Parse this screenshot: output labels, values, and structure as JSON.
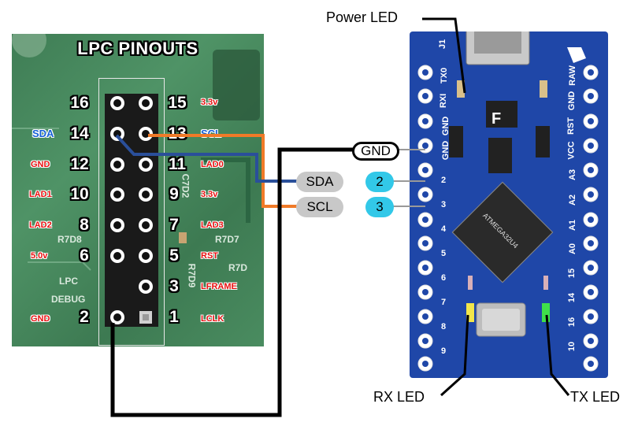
{
  "lpc": {
    "title": "LPC PINOUTS",
    "pins_left": [
      "16",
      "14",
      "12",
      "10",
      "8",
      "6",
      "2"
    ],
    "pins_right": [
      "15",
      "13",
      "11",
      "9",
      "7",
      "5",
      "3",
      "1"
    ],
    "labels": {
      "p15": "3.3v",
      "p13": "SCL",
      "p11": "LAD0",
      "p9": "3.3v",
      "p7": "LAD3",
      "p5": "RST",
      "p3": "LFRAME",
      "p1": "LCLK",
      "p14": "SDA",
      "p12": "GND",
      "p10": "LAD1",
      "p8": "LAD2",
      "p6": "5.0v",
      "p2": "GND"
    },
    "silk": {
      "lpc": "LPC",
      "debug": "DEBUG",
      "r7d8": "R7D8",
      "r7d7": "R7D7",
      "r7d9": "R7D9",
      "r7d": "R7D",
      "c7d2": "C7D2"
    }
  },
  "pro_micro": {
    "top_labels": [
      "J1",
      "TX0",
      "RXI",
      "GND",
      "GND",
      "2",
      "3",
      "4",
      "5",
      "6",
      "7",
      "8",
      "9"
    ],
    "bottom_labels": [
      "RAW",
      "GND",
      "RST",
      "VCC",
      "A3",
      "A2",
      "A1",
      "A0",
      "15",
      "14",
      "16",
      "10"
    ],
    "chip": "ATMEGA32U4",
    "fuse": "F"
  },
  "callouts": {
    "gnd": "GND",
    "sda": "SDA",
    "scl": "SCL",
    "sda_pin": "2",
    "scl_pin": "3",
    "power_led": "Power LED",
    "rx_led": "RX LED",
    "tx_led": "TX LED"
  },
  "colors": {
    "board_green": "#4a8c60",
    "board_blue": "#1f47a8",
    "wire_orange": "#f07a28",
    "wire_blue": "#2a4f9a",
    "wire_black": "#000000",
    "pin_pill": "#32c8e8",
    "label_pill": "#c8c8c8"
  }
}
